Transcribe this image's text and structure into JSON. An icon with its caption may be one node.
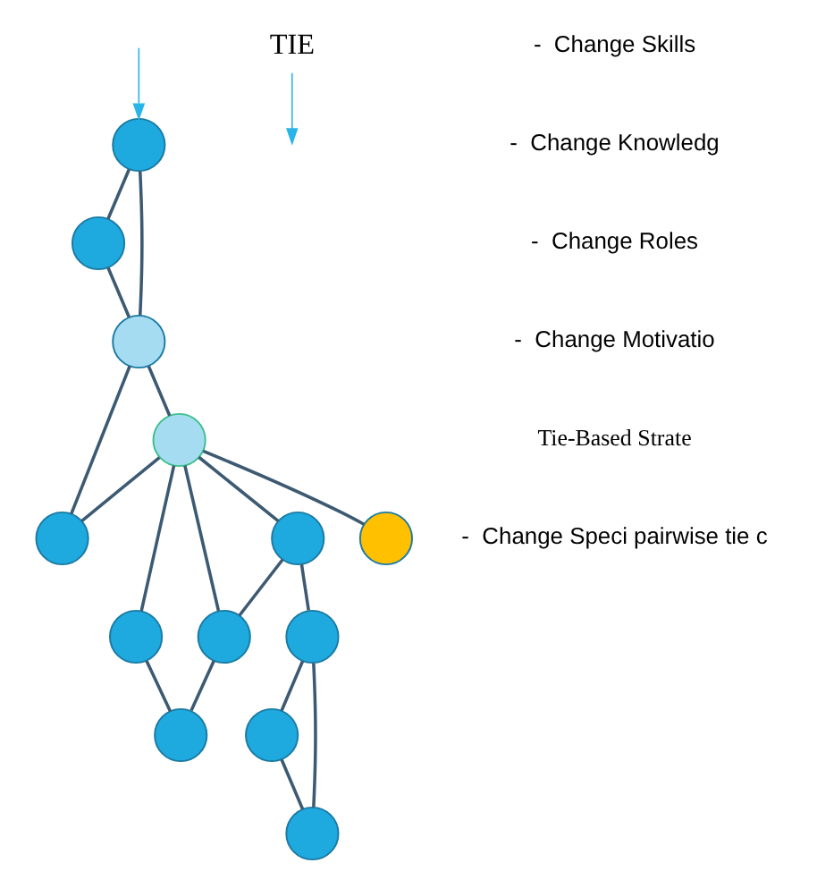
{
  "diagram": {
    "nodes": [
      {
        "text": [],
        "shape": "circle"
      },
      {
        "text": [],
        "shape": "circle"
      },
      {
        "text": [],
        "shape": "circle"
      },
      {
        "text": [],
        "shape": "circle"
      },
      {
        "text": [],
        "shape": "circle"
      },
      {
        "text": [],
        "shape": "circle"
      },
      {
        "text": [],
        "shape": "circle"
      },
      {
        "text": [],
        "shape": "circle"
      },
      {
        "text": [],
        "shape": "circle"
      },
      {
        "text": [],
        "shape": "circle"
      },
      {
        "text": [],
        "shape": "circle"
      },
      {
        "text": [],
        "shape": "circle"
      },
      {
        "text": [],
        "shape": "circle"
      },
      {
        "text": [
          "TIE"
        ]
      }
    ],
    "edges": [
      {
        "from": null,
        "to": 0,
        "arrow": "to",
        "color": "#29b5e8"
      },
      {
        "from": 0,
        "to": 1,
        "arrow": "none"
      },
      {
        "from": 0,
        "to": 2,
        "arrow": "none"
      },
      {
        "from": 1,
        "to": 2,
        "arrow": "none"
      },
      {
        "from": 2,
        "to": 3,
        "arrow": "none"
      },
      {
        "from": 2,
        "to": 6,
        "arrow": "none"
      },
      {
        "from": 3,
        "to": 6,
        "arrow": "none"
      },
      {
        "from": 3,
        "to": 4,
        "arrow": "none"
      },
      {
        "from": 4,
        "to": 5,
        "arrow": "none"
      },
      {
        "from": 3,
        "to": 7,
        "arrow": "none"
      },
      {
        "from": 3,
        "to": 8,
        "arrow": "none"
      },
      {
        "from": 7,
        "to": 8,
        "arrow": "none"
      },
      {
        "from": 8,
        "to": 5,
        "arrow": "none"
      },
      {
        "from": 3,
        "to": 9,
        "arrow": "none"
      },
      {
        "from": 7,
        "to": 10,
        "arrow": "none"
      },
      {
        "from": 10,
        "to": 11,
        "arrow": "none"
      },
      {
        "from": 10,
        "to": 12,
        "arrow": "none"
      },
      {
        "from": 11,
        "to": 12,
        "arrow": "none"
      },
      {
        "from": 13,
        "to": null,
        "arrow": "to",
        "color": "#29b5e8"
      }
    ],
    "labels": [
      "-  Change Skills",
      "-  Change Knowledg",
      "-  Change Roles",
      "-  Change Motivatio",
      "Tie-Based Strate",
      "-  Change Speci pairwise tie c"
    ]
  }
}
